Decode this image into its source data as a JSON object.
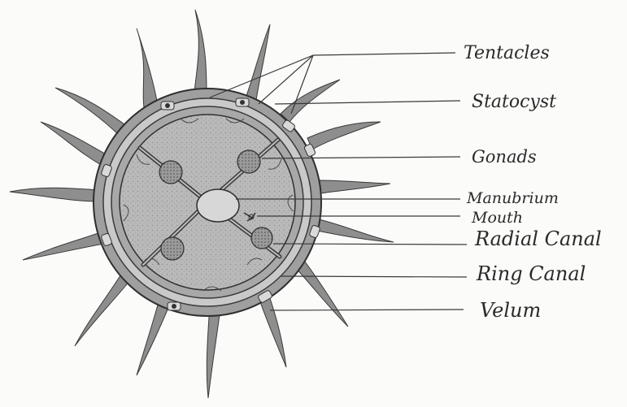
{
  "labels": {
    "tentacles": "Tentacles",
    "statocyst": "Statocyst",
    "gonads": "Gonads",
    "manubrium": "Manubrium",
    "mouth": "Mouth",
    "radial_canal": "Radial Canal",
    "ring_canal": "Ring Canal",
    "velum": "Velum"
  },
  "colors": {
    "ink": "#2f2f2f",
    "tentacle": "#8a8a8a",
    "rim": "#9a9a9a",
    "disc": "#b7b7b7",
    "gonad": "#8c8c8c",
    "paper": "#fbfbfa"
  }
}
